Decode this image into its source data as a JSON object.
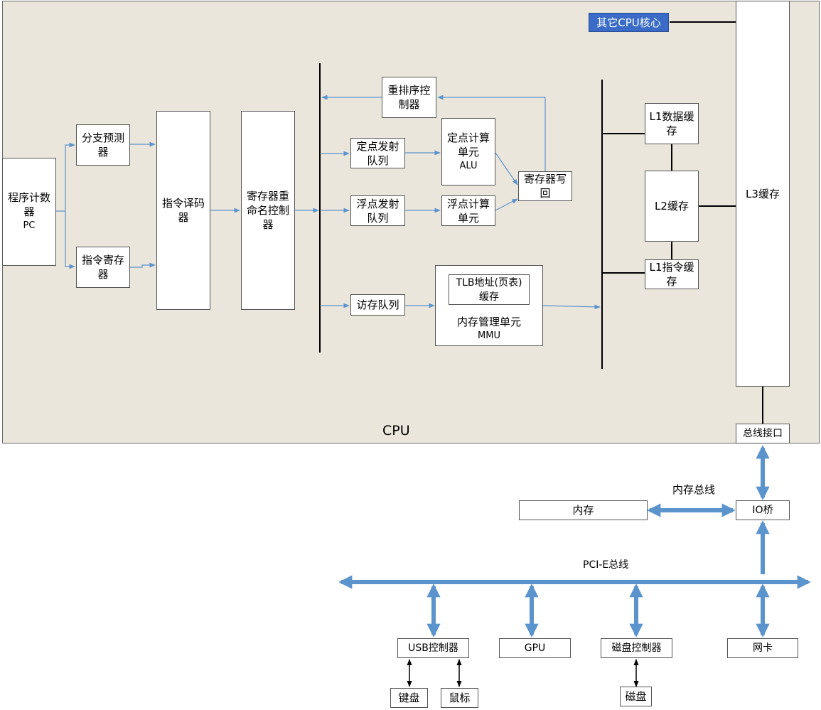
{
  "cpu": {
    "label": "CPU"
  },
  "other_cores": "其它CPU核心",
  "pc": {
    "label": "程序计数\n器",
    "sub": "PC"
  },
  "branch_predictor": "分支预测\n器",
  "instruction_register": "指令寄存\n器",
  "decoder": "指令译码\n器",
  "rename": "寄存器重\n命名控制\n器",
  "reorder": "重排序控\n制器",
  "fixed_issue": "定点发射\n队列",
  "float_issue": "浮点发射\n队列",
  "mem_queue": "访存队列",
  "alu": {
    "label": "定点计算\n单元",
    "sub": "ALU"
  },
  "fpu": "浮点计算\n单元",
  "writeback": "寄存器写\n回",
  "tlb": "TLB地址(页表)\n缓存",
  "mmu": {
    "label": "内存管理单元",
    "sub": "MMU"
  },
  "l1d": "L1数据缓\n存",
  "l2": "L2缓存",
  "l1i": "L1指令缓\n存",
  "l3": "L3缓存",
  "bus_interface": "总线接口",
  "memory_bus_label": "内存总线",
  "memory": "内存",
  "io_bridge": "IO桥",
  "pcie_label": "PCI-E总线",
  "usb": "USB控制器",
  "gpu": "GPU",
  "disk_controller": "磁盘控制器",
  "nic": "网卡",
  "keyboard": "键盘",
  "mouse": "鼠标",
  "disk": "磁盘",
  "colors": {
    "arrow": "#5b93cc",
    "cpu_bg": "#ebe6dc",
    "highlight": "#3a6bc6"
  }
}
